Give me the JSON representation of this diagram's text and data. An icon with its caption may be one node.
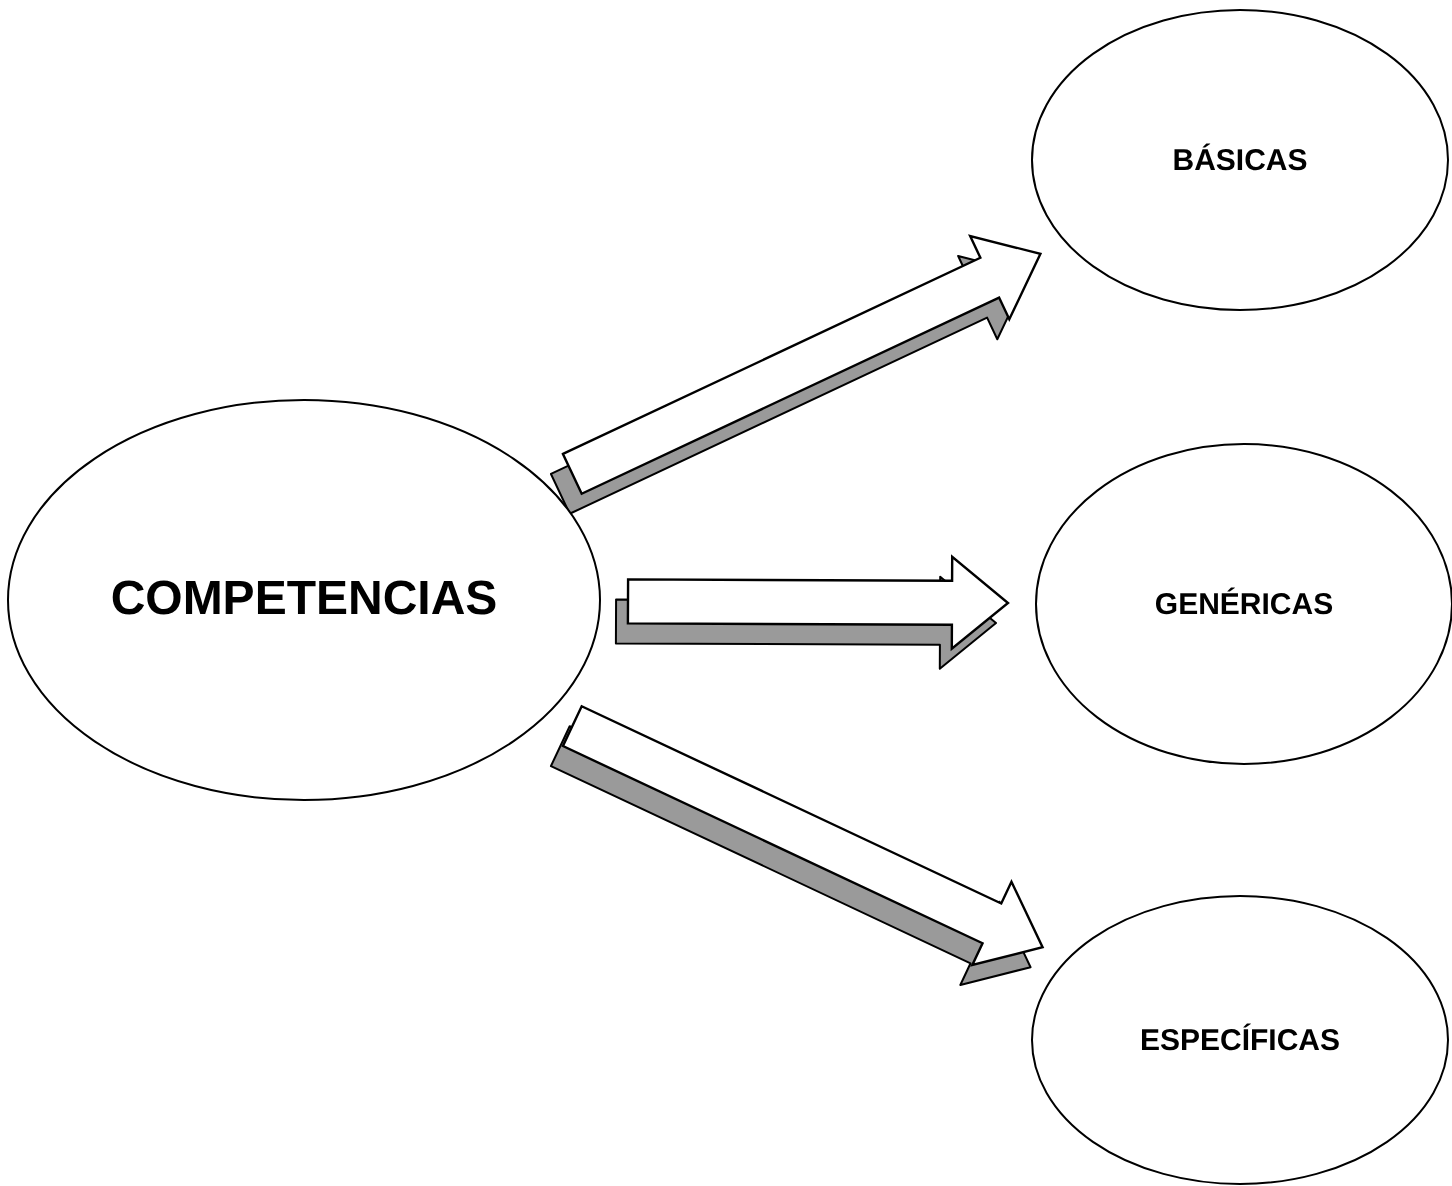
{
  "diagram": {
    "nodes": [
      {
        "text": [
          "COMPETENCIAS"
        ]
      },
      {
        "text": [
          "BÁSICAS"
        ]
      },
      {
        "text": [
          "GENÉRICAS"
        ]
      },
      {
        "text": [
          "ESPECÍFICAS"
        ]
      }
    ],
    "edges": [
      {
        "from": 0,
        "to": 1,
        "arrow": "to"
      },
      {
        "from": 0,
        "to": 2,
        "arrow": "to"
      },
      {
        "from": 0,
        "to": 3,
        "arrow": "to"
      }
    ]
  }
}
